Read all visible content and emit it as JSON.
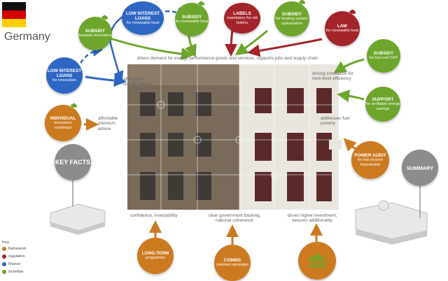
{
  "country": "Germany",
  "colors": {
    "framework": "#cc7a20",
    "regulation": "#a3242b",
    "finance": "#2e66c4",
    "incentive": "#6ea52c",
    "facts": "#8c8c8c"
  },
  "nodes": {
    "subsidy_renovation": {
      "title": "SUBSIDY",
      "sub": "towards renovation"
    },
    "low_interest_heat": {
      "title": "LOW INTEREST LOANS",
      "sub": "for renewable heat"
    },
    "subsidy_renewable_heat": {
      "title": "SUBSIDY",
      "sub": "for renewable heat"
    },
    "labels_boilers": {
      "title": "LABELS",
      "sub": "mandatory for old boilers"
    },
    "subsidy_heating": {
      "title": "SUBSIDY",
      "sub": "for heating system optimisation"
    },
    "law_heat": {
      "title": "LAW",
      "sub": "for renewable heat"
    },
    "subsidy_fuel_cell": {
      "title": "SUBSIDY",
      "sub": "for fuel cell CHP"
    },
    "low_interest_renovation": {
      "title": "LOW INTEREST LOANS",
      "sub": "for renovation"
    },
    "support_savings": {
      "title": "SUPPORT",
      "sub": "for verifiable energy savings"
    },
    "individual_roadmaps": {
      "title": "INDIVIDUAL",
      "sub": "renovation roadmaps"
    },
    "power_audit": {
      "title": "POWER AUDIT",
      "sub": "for low income households"
    },
    "key_facts": {
      "title": "KEY FACTS"
    },
    "summary": {
      "title": "SUMMARY"
    },
    "long_term": {
      "title": "LONG-TERM",
      "sub": "programme"
    },
    "comms": {
      "title": "COMMS",
      "sub": "national campaign"
    }
  },
  "labels": {
    "drives_demand": "drives demand for energy performance goods and services, supports jobs and supply chain",
    "affordable_finance": "affordable retrofit finance",
    "affordable_advice": "affordable premium advice",
    "driving_innovation": "driving innovation for next-level efficiency",
    "fuel_poverty": "addresses fuel poverty",
    "confidence": "confidence, investability",
    "government_backing": "clear government backing, national coherence",
    "higher_investment": "drives higher investment, secures additionality"
  },
  "key": {
    "title": "Key",
    "items": [
      {
        "label": "framework",
        "color": "#cc7a20"
      },
      {
        "label": "regulation",
        "color": "#a3242b"
      },
      {
        "label": "finance",
        "color": "#2e66c4"
      },
      {
        "label": "incentive",
        "color": "#6ea52c"
      }
    ]
  }
}
